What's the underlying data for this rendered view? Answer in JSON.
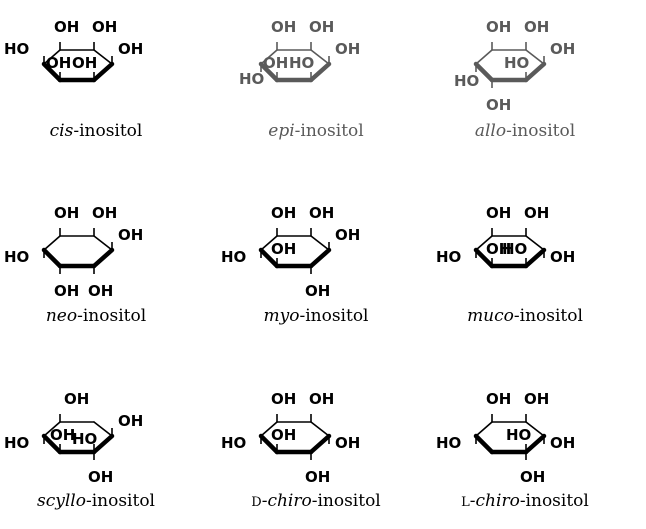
{
  "ink_colors": {
    "normal": "#000000",
    "faded": "#5a5a5a"
  },
  "oh_label": "OH",
  "ho_label": "HO",
  "molecules": [
    {
      "id": "cis",
      "prefix": "cis",
      "italic_prefix": true,
      "small_caps_prefix": false,
      "suffix": "-inositol",
      "faded": false,
      "substituents": [
        "OH",
        "OH",
        "OH",
        "OH",
        "OH",
        "OH"
      ]
    },
    {
      "id": "epi",
      "prefix": "epi",
      "italic_prefix": true,
      "small_caps_prefix": false,
      "suffix": "-inositol",
      "faded": true,
      "substituents": [
        "OH",
        "OH",
        "OH",
        "OH",
        "OH",
        "OH"
      ]
    },
    {
      "id": "allo",
      "prefix": "allo",
      "italic_prefix": true,
      "small_caps_prefix": false,
      "suffix": "-inositol",
      "faded": true,
      "substituents": [
        "OH",
        "OH",
        "OH",
        "OH",
        "OH",
        "OH"
      ]
    },
    {
      "id": "neo",
      "prefix": "neo",
      "italic_prefix": true,
      "small_caps_prefix": false,
      "suffix": "-inositol",
      "faded": false,
      "substituents": [
        "OH",
        "OH",
        "OH",
        "OH",
        "OH",
        "OH"
      ]
    },
    {
      "id": "myo",
      "prefix": "myo",
      "italic_prefix": true,
      "small_caps_prefix": false,
      "suffix": "-inositol",
      "faded": false,
      "substituents": [
        "OH",
        "OH",
        "OH",
        "OH",
        "OH",
        "OH"
      ]
    },
    {
      "id": "muco",
      "prefix": "muco",
      "italic_prefix": true,
      "small_caps_prefix": false,
      "suffix": "-inositol",
      "faded": false,
      "substituents": [
        "OH",
        "OH",
        "OH",
        "OH",
        "OH",
        "OH"
      ]
    },
    {
      "id": "scyllo",
      "prefix": "scyllo",
      "italic_prefix": true,
      "small_caps_prefix": false,
      "suffix": "-inositol",
      "faded": false,
      "substituents": [
        "OH",
        "OH",
        "OH",
        "OH",
        "OH",
        "OH"
      ]
    },
    {
      "id": "d-chiro",
      "prefix": "D",
      "italic_prefix": false,
      "small_caps_prefix": true,
      "mid": "-",
      "mid_italic": "chiro",
      "suffix": "-inositol",
      "faded": false,
      "substituents": [
        "OH",
        "OH",
        "OH",
        "OH",
        "OH",
        "OH"
      ]
    },
    {
      "id": "l-chiro",
      "prefix": "L",
      "italic_prefix": false,
      "small_caps_prefix": true,
      "mid": "-",
      "mid_italic": "chiro",
      "suffix": "-inositol",
      "faded": false,
      "substituents": [
        "OH",
        "OH",
        "OH",
        "OH",
        "OH",
        "OH"
      ]
    }
  ]
}
